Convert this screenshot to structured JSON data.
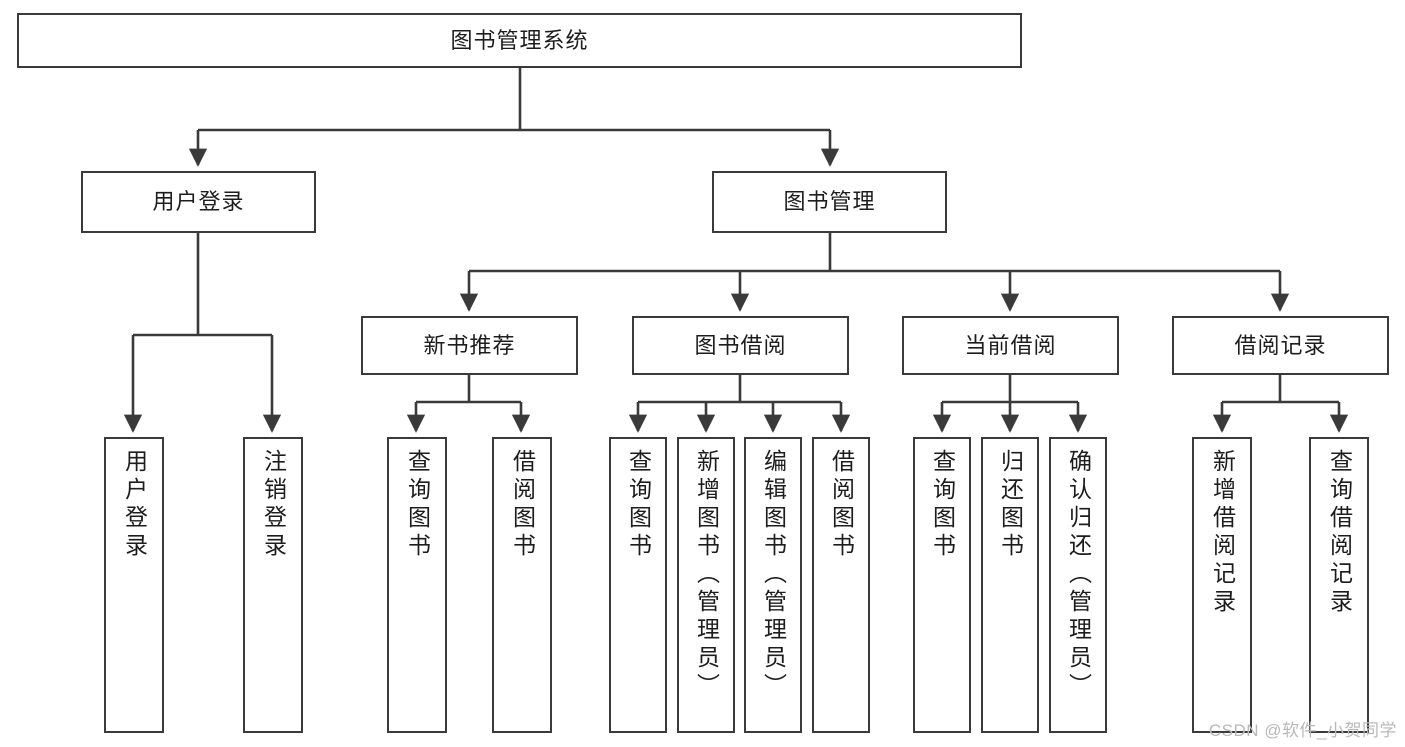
{
  "diagram": {
    "type": "tree-hierarchy",
    "root": {
      "label": "图书管理系统"
    },
    "level2": [
      {
        "label": "用户登录"
      },
      {
        "label": "图书管理"
      }
    ],
    "level3": [
      {
        "label": "新书推荐"
      },
      {
        "label": "图书借阅"
      },
      {
        "label": "当前借阅"
      },
      {
        "label": "借阅记录"
      }
    ],
    "leaves": {
      "user_login": [
        {
          "label": "用户登录"
        },
        {
          "label": "注销登录"
        }
      ],
      "new_book_recommend": [
        {
          "label": "查询图书"
        },
        {
          "label": "借阅图书"
        }
      ],
      "book_borrow": [
        {
          "label": "查询图书"
        },
        {
          "label": "新增图书（管理员）"
        },
        {
          "label": "编辑图书（管理员）"
        },
        {
          "label": "借阅图书"
        }
      ],
      "current_borrow": [
        {
          "label": "查询图书"
        },
        {
          "label": "归还图书"
        },
        {
          "label": "确认归还（管理员）"
        }
      ],
      "borrow_record": [
        {
          "label": "新增借阅记录"
        },
        {
          "label": "查询借阅记录"
        }
      ]
    }
  },
  "watermark": {
    "text": "CSDN @软件_小贺同学"
  },
  "colors": {
    "stroke": "#3a3a3a",
    "fill": "#ffffff",
    "text": "#1d1d1d",
    "watermark": "#b9b9b9"
  }
}
